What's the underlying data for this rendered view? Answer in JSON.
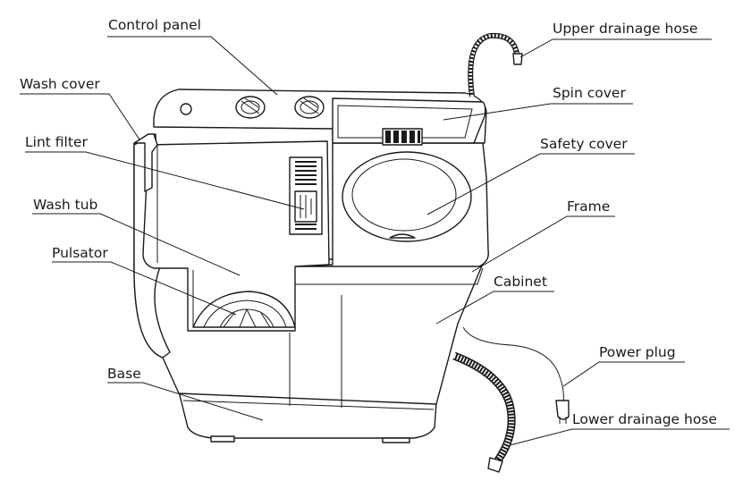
{
  "labels": {
    "control_panel": "Control panel",
    "upper_drainage_hose": "Upper drainage hose",
    "wash_cover": "Wash cover",
    "spin_cover": "Spin cover",
    "lint_filter": "Lint filter",
    "safety_cover": "Safety cover",
    "wash_tub": "Wash tub",
    "frame": "Frame",
    "pulsator": "Pulsator",
    "cabinet": "Cabinet",
    "power_plug": "Power plug",
    "base": "Base",
    "lower_drainage_hose": "Lower drainage hose"
  }
}
